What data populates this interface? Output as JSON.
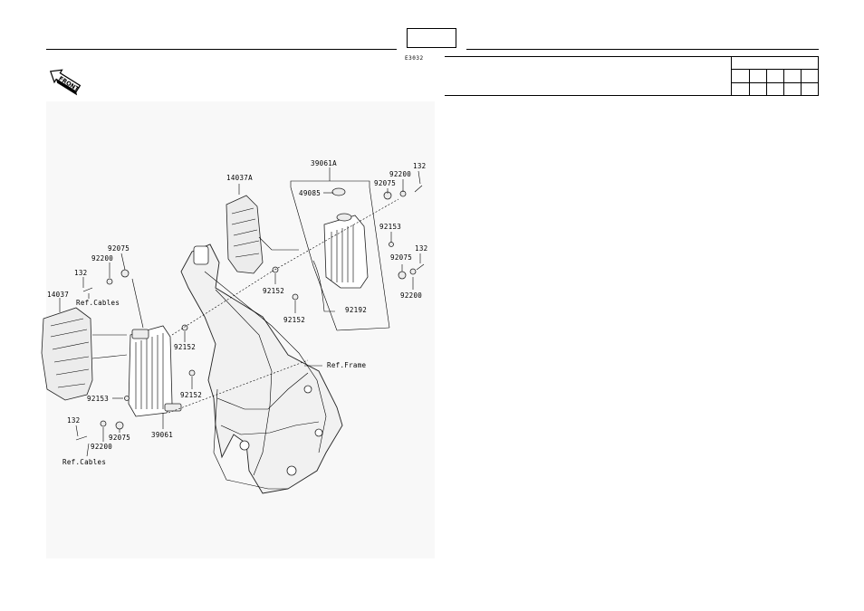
{
  "header": {
    "ref_code": "E3032",
    "page_box_text": ""
  },
  "front_indicator": {
    "label": "FRONT",
    "icon": "front-arrow-icon"
  },
  "callouts": {
    "c_39061A": "39061A",
    "c_14037A": "14037A",
    "c_49085": "49085",
    "c_92075_tr": "92075",
    "c_92200_tr": "92200",
    "c_132_tr": "132",
    "c_92153_r": "92153",
    "c_132_r2": "132",
    "c_92075_r2": "92075",
    "c_92200_r2": "92200",
    "c_92152_a": "92152",
    "c_92152_b": "92152",
    "c_92192": "92192",
    "c_ref_frame": "Ref.Frame",
    "c_92075_l": "92075",
    "c_92200_l": "92200",
    "c_132_l": "132",
    "c_ref_cables_l": "Ref.Cables",
    "c_14037": "14037",
    "c_92152_c": "92152",
    "c_92152_d": "92152",
    "c_92153_l": "92153",
    "c_39061": "39061",
    "c_132_bl": "132",
    "c_92200_bl": "92200",
    "c_92075_bl": "92075",
    "c_ref_cables_bl": "Ref.Cables"
  }
}
